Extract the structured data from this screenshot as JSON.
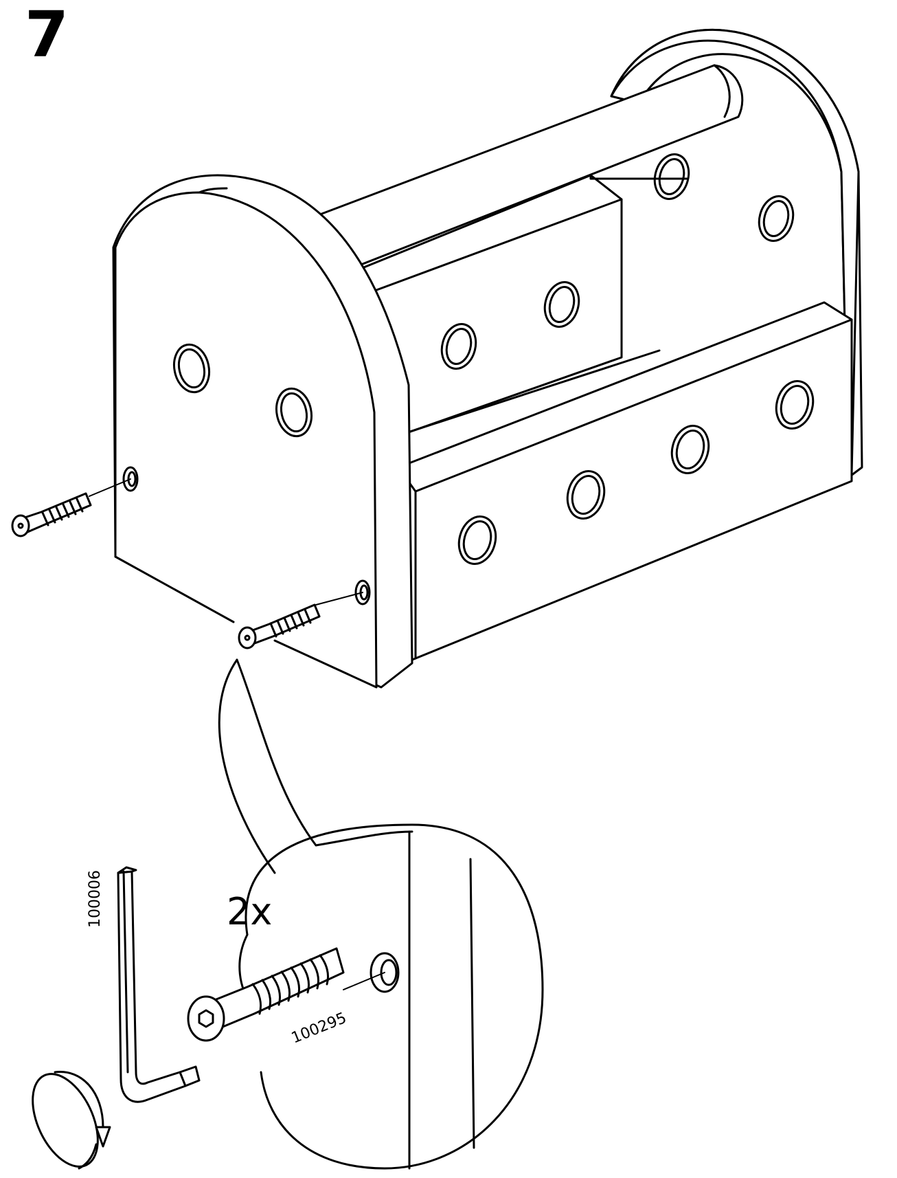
{
  "step": {
    "number": "7"
  },
  "quantity_label": "2x",
  "parts": {
    "allen_key_id": "100006",
    "screw_id": "100295"
  },
  "colors": {
    "line": "#000000",
    "background": "#ffffff"
  }
}
